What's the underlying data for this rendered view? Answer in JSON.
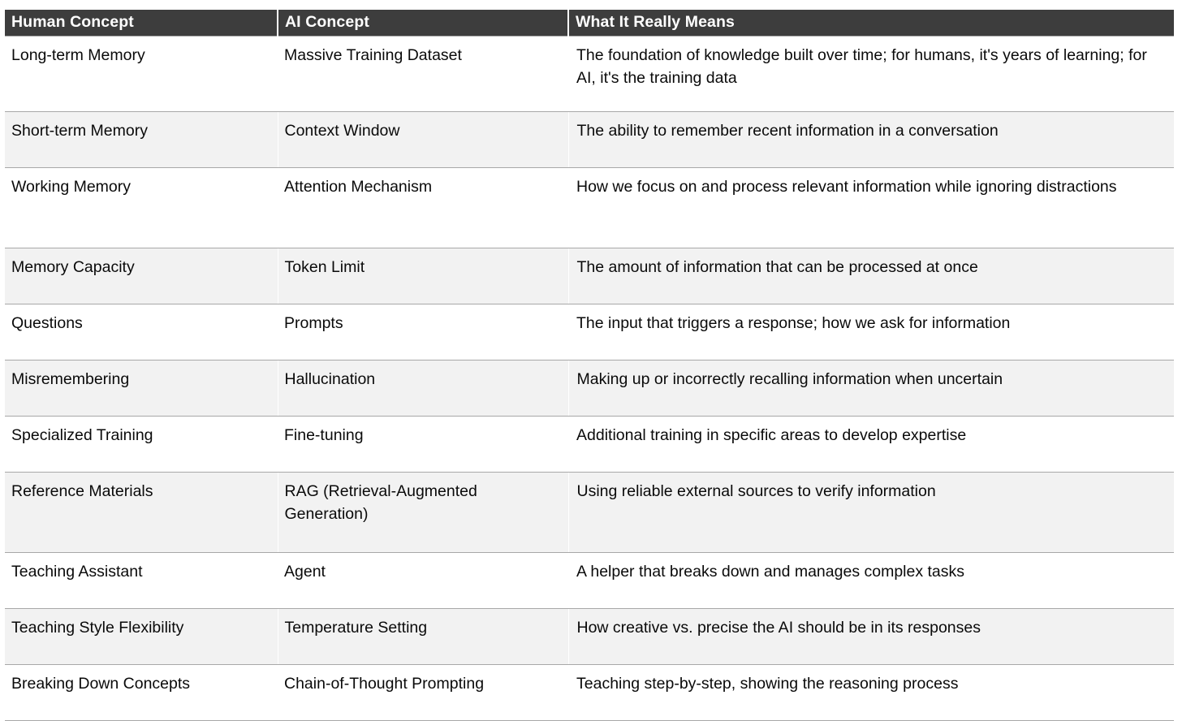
{
  "table": {
    "columns": [
      {
        "key": "human",
        "label": "Human Concept"
      },
      {
        "key": "ai",
        "label": "AI Concept"
      },
      {
        "key": "meaning",
        "label": "What It Really Means"
      }
    ],
    "header_background": "#3d3d3d",
    "header_text_color": "#ffffff",
    "shaded_row_background": "#f2f2f2",
    "plain_row_background": "#ffffff",
    "row_border_color": "#a8a8a8",
    "rows": [
      {
        "human": "Long-term Memory",
        "ai": "Massive Training Dataset",
        "meaning": "The foundation of knowledge built over time; for humans, it's years of learning; for AI, it's the training data",
        "shaded": false
      },
      {
        "human": "Short-term Memory",
        "ai": "Context Window",
        "meaning": "The ability to remember recent information in a conversation",
        "shaded": true
      },
      {
        "human": "Working Memory",
        "ai": "Attention Mechanism",
        "meaning": "How we focus on and process relevant information while ignoring distractions",
        "shaded": false
      },
      {
        "human": "Memory Capacity",
        "ai": "Token Limit",
        "meaning": "The amount of information that can be processed at once",
        "shaded": true
      },
      {
        "human": "Questions",
        "ai": "Prompts",
        "meaning": "The input that triggers a response; how we ask for information",
        "shaded": false
      },
      {
        "human": "Misremembering",
        "ai": "Hallucination",
        "meaning": "Making up or incorrectly recalling information when uncertain",
        "shaded": true
      },
      {
        "human": "Specialized Training",
        "ai": "Fine-tuning",
        "meaning": "Additional training in specific areas to develop expertise",
        "shaded": false
      },
      {
        "human": "Reference Materials",
        "ai": "RAG (Retrieval-Augmented Generation)",
        "meaning": "Using reliable external sources to verify information",
        "shaded": true
      },
      {
        "human": "Teaching Assistant",
        "ai": "Agent",
        "meaning": "A helper that breaks down and manages complex tasks",
        "shaded": false
      },
      {
        "human": "Teaching Style Flexibility",
        "ai": "Temperature Setting",
        "meaning": "How creative vs. precise the AI should be in its responses",
        "shaded": true
      },
      {
        "human": "Breaking Down Concepts",
        "ai": "Chain-of-Thought Prompting",
        "meaning": "Teaching step-by-step, showing the reasoning process",
        "shaded": false
      }
    ]
  }
}
